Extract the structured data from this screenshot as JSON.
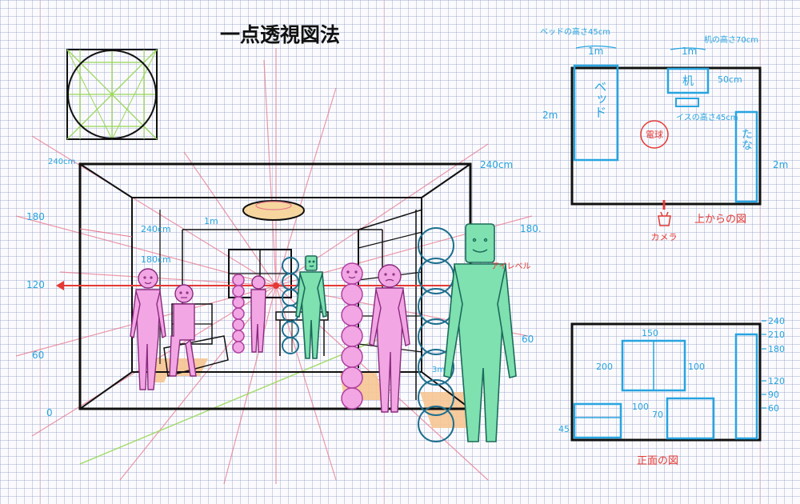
{
  "title": "一点透視図法",
  "colors": {
    "pink_line": "#e8768c",
    "blue_note": "#27a4e0",
    "red_note": "#e53935",
    "green_line": "#9ad85a",
    "figure_pink": "#f2a6e4",
    "figure_green": "#7fe0b0",
    "floor_orange": "#f6c592",
    "lamp": "#f6d69e"
  },
  "perspective_labels": {
    "h240_left": "240cm",
    "h240_right": "240cm",
    "h180_left": "180",
    "h180_right": "180.",
    "h120_left": "120",
    "h60_left": "60",
    "h60_right": "60",
    "h0_left": "0",
    "inner_240": "240cm",
    "inner_180": "180cm",
    "inner_1m": "1m",
    "eye_level": "アイレベル",
    "front_3m": "3m"
  },
  "top_view": {
    "bed_height_note": "ベッドの高さ45cm",
    "desk_height_note": "机の高さ70cm",
    "bed_width": "1m",
    "desk_width": "1m",
    "bed_length": "2m",
    "desk_depth": "50cm",
    "bed_label": "ベッド",
    "desk_label": "机",
    "chair_note": "イスの高さ45cm",
    "lamp_note": "電球",
    "shelf_label": "たな",
    "shelf_length": "2m",
    "camera_label": "カメラ",
    "caption": "上からの図"
  },
  "front_view": {
    "window_width": "150",
    "window_height": "200",
    "window_right": "100",
    "bed_dim": "100",
    "desk_dim": "70",
    "bed_height": "45",
    "scale": [
      "240",
      "210",
      "180",
      "120",
      "90",
      "60"
    ],
    "caption": "正面の図"
  }
}
